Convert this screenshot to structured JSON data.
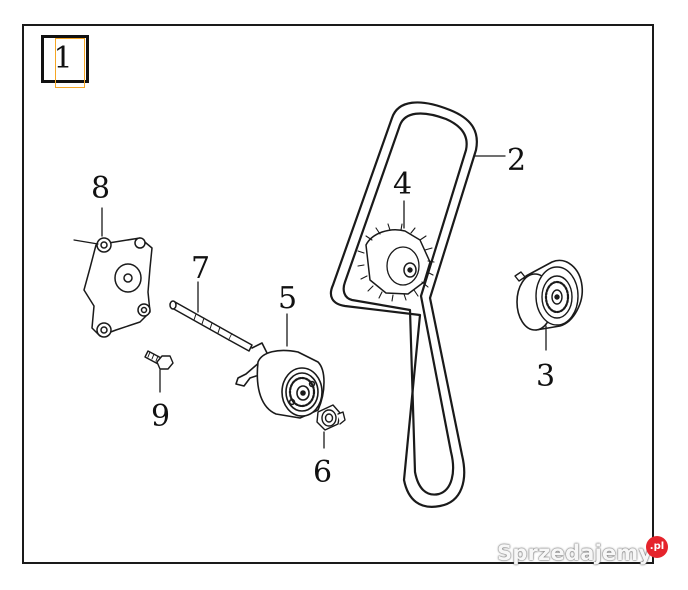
{
  "figure": {
    "index_label": "1",
    "callouts": [
      {
        "id": "2",
        "label": "2"
      },
      {
        "id": "3",
        "label": "3"
      },
      {
        "id": "4",
        "label": "4"
      },
      {
        "id": "5",
        "label": "5"
      },
      {
        "id": "6",
        "label": "6"
      },
      {
        "id": "7",
        "label": "7"
      },
      {
        "id": "8",
        "label": "8"
      },
      {
        "id": "9",
        "label": "9"
      }
    ]
  },
  "watermark": {
    "text": "Sprzedajemy",
    "badge": ".pl",
    "badge_color": "#e5242c"
  },
  "colors": {
    "line": "#1a1a1a",
    "index_highlight": "#f5a623"
  }
}
